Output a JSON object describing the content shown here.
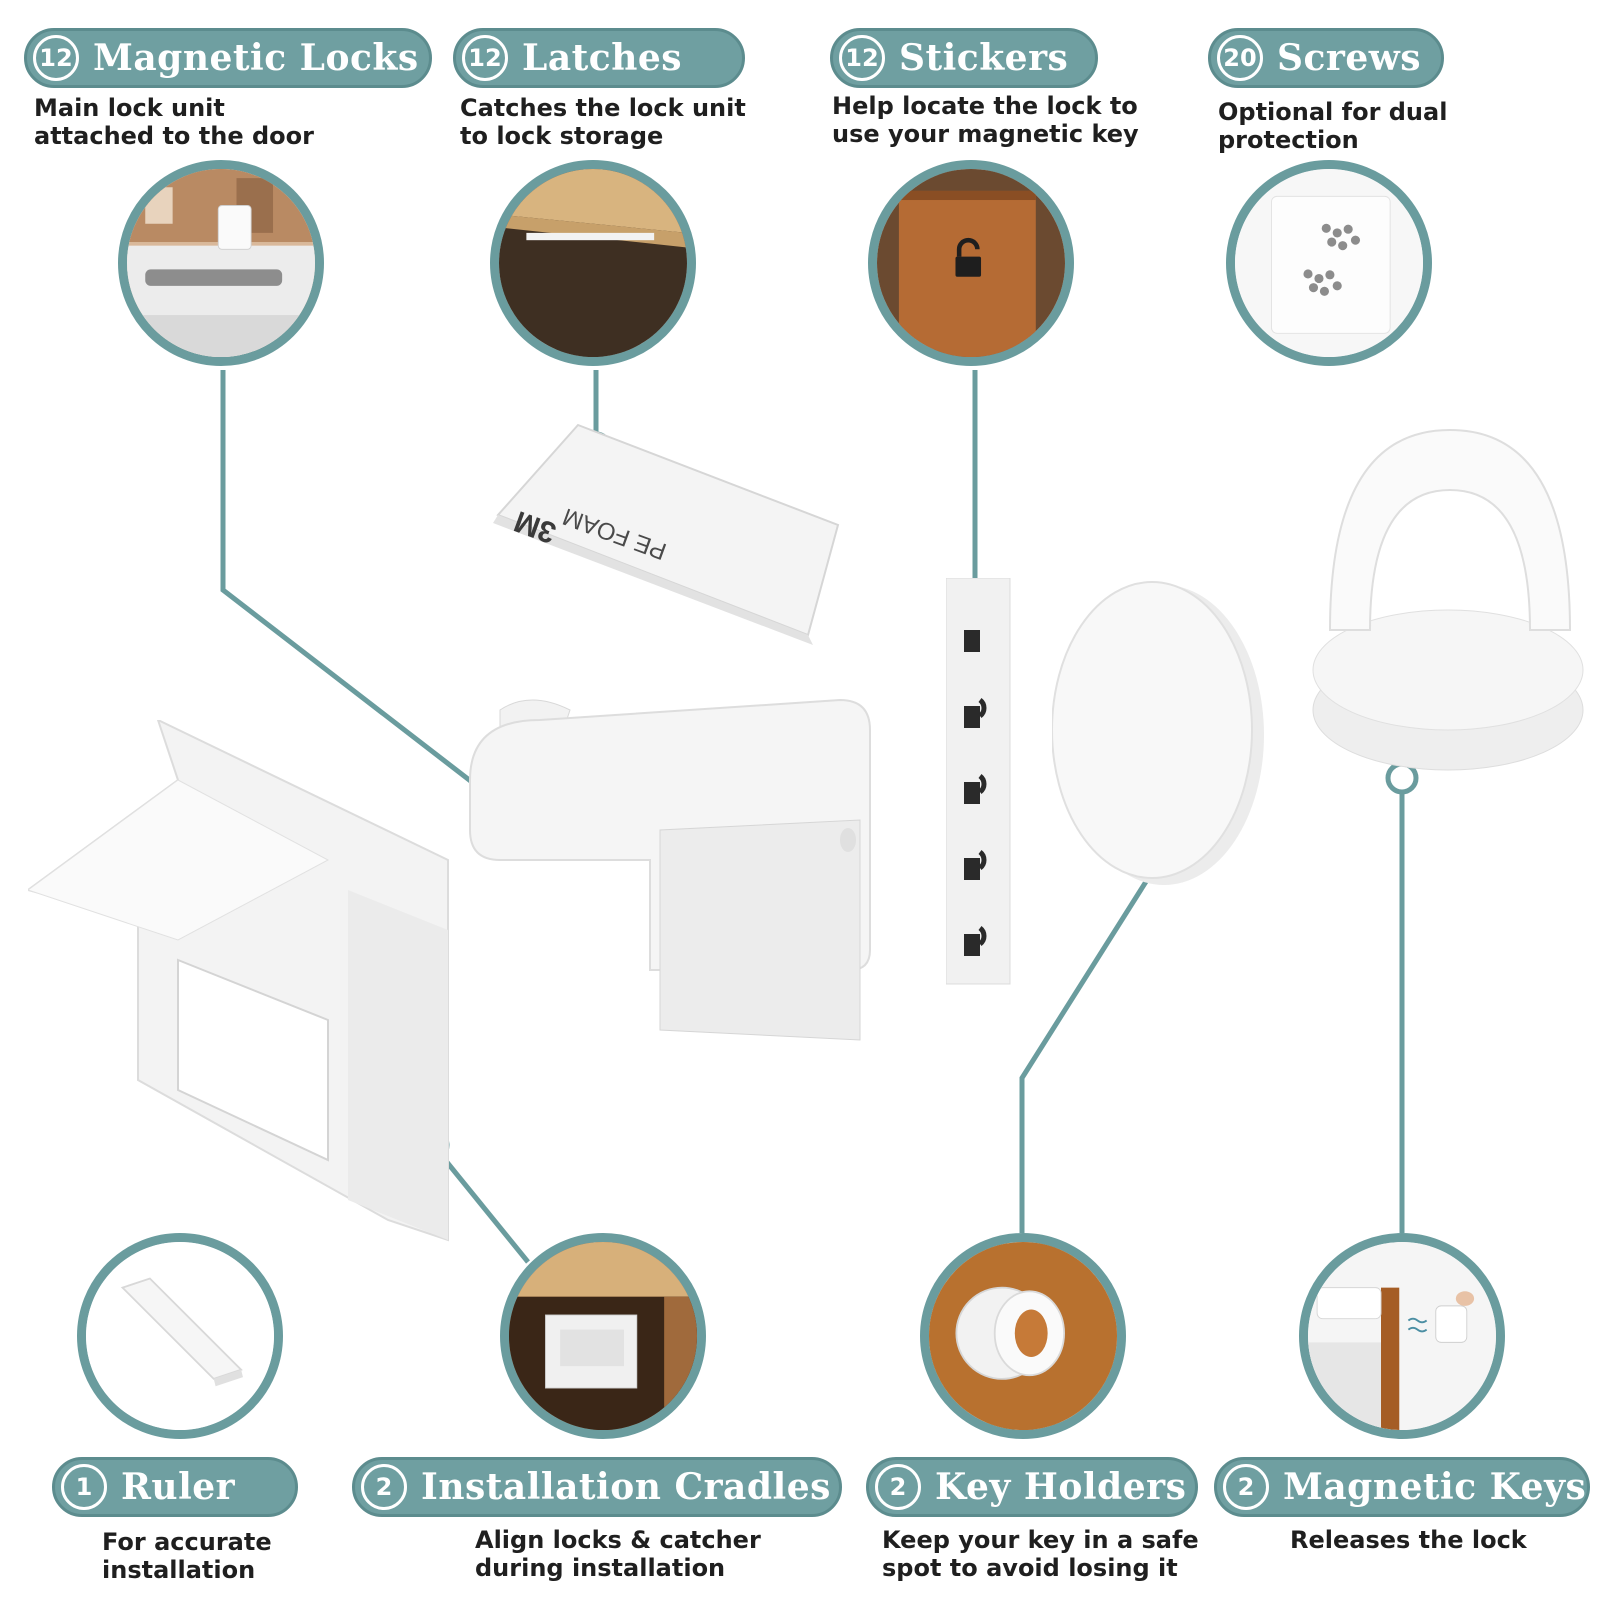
{
  "items": [
    {
      "count": "12",
      "title": "Magnetic Locks",
      "desc": "Main lock unit\nattached to the door",
      "icon": "door-lock-photo-icon"
    },
    {
      "count": "12",
      "title": "Latches",
      "desc": "Catches the lock unit\nto lock storage",
      "icon": "latch-photo-icon"
    },
    {
      "count": "12",
      "title": "Stickers",
      "desc": "Help locate the lock to\nuse your magnetic key",
      "icon": "padlock-sticker-photo-icon"
    },
    {
      "count": "20",
      "title": "Screws",
      "desc": "Optional for dual\nprotection",
      "icon": "screws-photo-icon"
    },
    {
      "count": "1",
      "title": "Ruler",
      "desc": "For accurate\ninstallation",
      "icon": "ruler-photo-icon"
    },
    {
      "count": "2",
      "title": "Installation Cradles",
      "desc": "Align locks & catcher\nduring installation",
      "icon": "cradle-photo-icon"
    },
    {
      "count": "2",
      "title": "Key Holders",
      "desc": "Keep your key in a safe\nspot to avoid losing it",
      "icon": "key-holder-photo-icon"
    },
    {
      "count": "2",
      "title": "Magnetic Keys",
      "desc": "Releases the lock",
      "icon": "magnetic-key-photo-icon"
    }
  ],
  "product_text": {
    "latch_tape": "PE FOAM",
    "latch_tape_brand": "3M"
  },
  "colors": {
    "accent": "#6f9fa1",
    "accent_border": "#6a9c9e",
    "text": "#1f1f1f"
  }
}
